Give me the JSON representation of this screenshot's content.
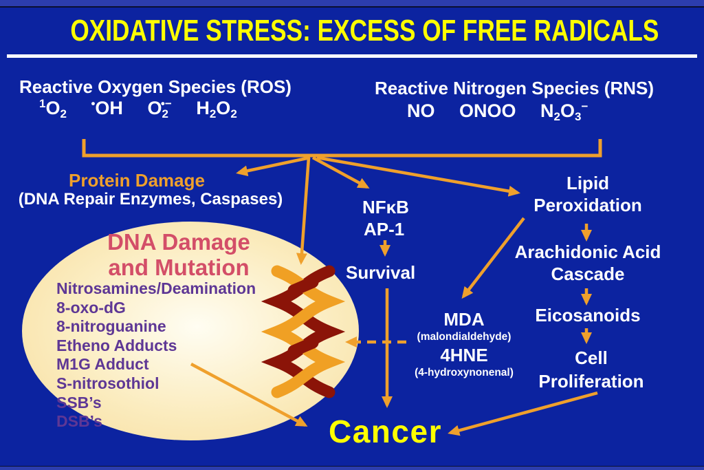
{
  "slide": {
    "title": "OXIDATIVE STRESS: EXCESS OF FREE RADICALS",
    "cancer": "Cancer"
  },
  "ros": {
    "heading": "Reactive Oxygen Species (ROS)",
    "singlet": {
      "sup": "1",
      "base": "O",
      "sub": "2"
    },
    "hydroxyl": {
      "sup": "•",
      "base": "OH"
    },
    "superoxide": {
      "base": "O",
      "sub": "2",
      "sup": "•−"
    },
    "peroxide": {
      "b1": "H",
      "s1": "2",
      "b2": "O",
      "s2": "2"
    }
  },
  "rns": {
    "heading": "Reactive Nitrogen Species (RNS)",
    "no": "NO",
    "onoo": "ONOO",
    "n2o3": {
      "b1": "N",
      "s1": "2",
      "b2": "O",
      "s2": "3",
      "sup": "−"
    }
  },
  "protein_damage": {
    "title": "Protein Damage",
    "subtitle": "(DNA Repair Enzymes, Caspases)"
  },
  "transcription_factors": {
    "line1": "NFκB",
    "line2": "AP-1"
  },
  "survival": {
    "label": "Survival"
  },
  "lipid_peroxidation": {
    "line1": "Lipid",
    "line2": "Peroxidation"
  },
  "arachidonic": {
    "line1": "Arachidonic Acid",
    "line2": "Cascade"
  },
  "eicosanoids": {
    "label": "Eicosanoids"
  },
  "aldehydes": {
    "mda": "MDA",
    "mda_full": "(malondialdehyde)",
    "hne": "4HNE",
    "hne_full": "(4-hydroxynonenal)"
  },
  "cell_proliferation": {
    "line1": "Cell",
    "line2": "Proliferation"
  },
  "dna_damage": {
    "title1": "DNA Damage",
    "title2": "and Mutation",
    "items": [
      "Nitrosamines/Deamination",
      "8-oxo-dG",
      "8-nitroguanine",
      "Etheno Adducts",
      "M1G Adduct",
      "S-nitrosothiol",
      "SSB’s",
      "DSB’s"
    ]
  },
  "colors": {
    "background": "#0c23a0",
    "accent_orange": "#EFA02C",
    "title_yellow": "#FFFF00",
    "crimson": "#D34E68",
    "purple": "#5E3795",
    "white": "#FFFFFF",
    "ellipse_cream": "#F6DC9B",
    "helix_maroon": "#8B1408",
    "helix_orange": "#F0A024"
  }
}
